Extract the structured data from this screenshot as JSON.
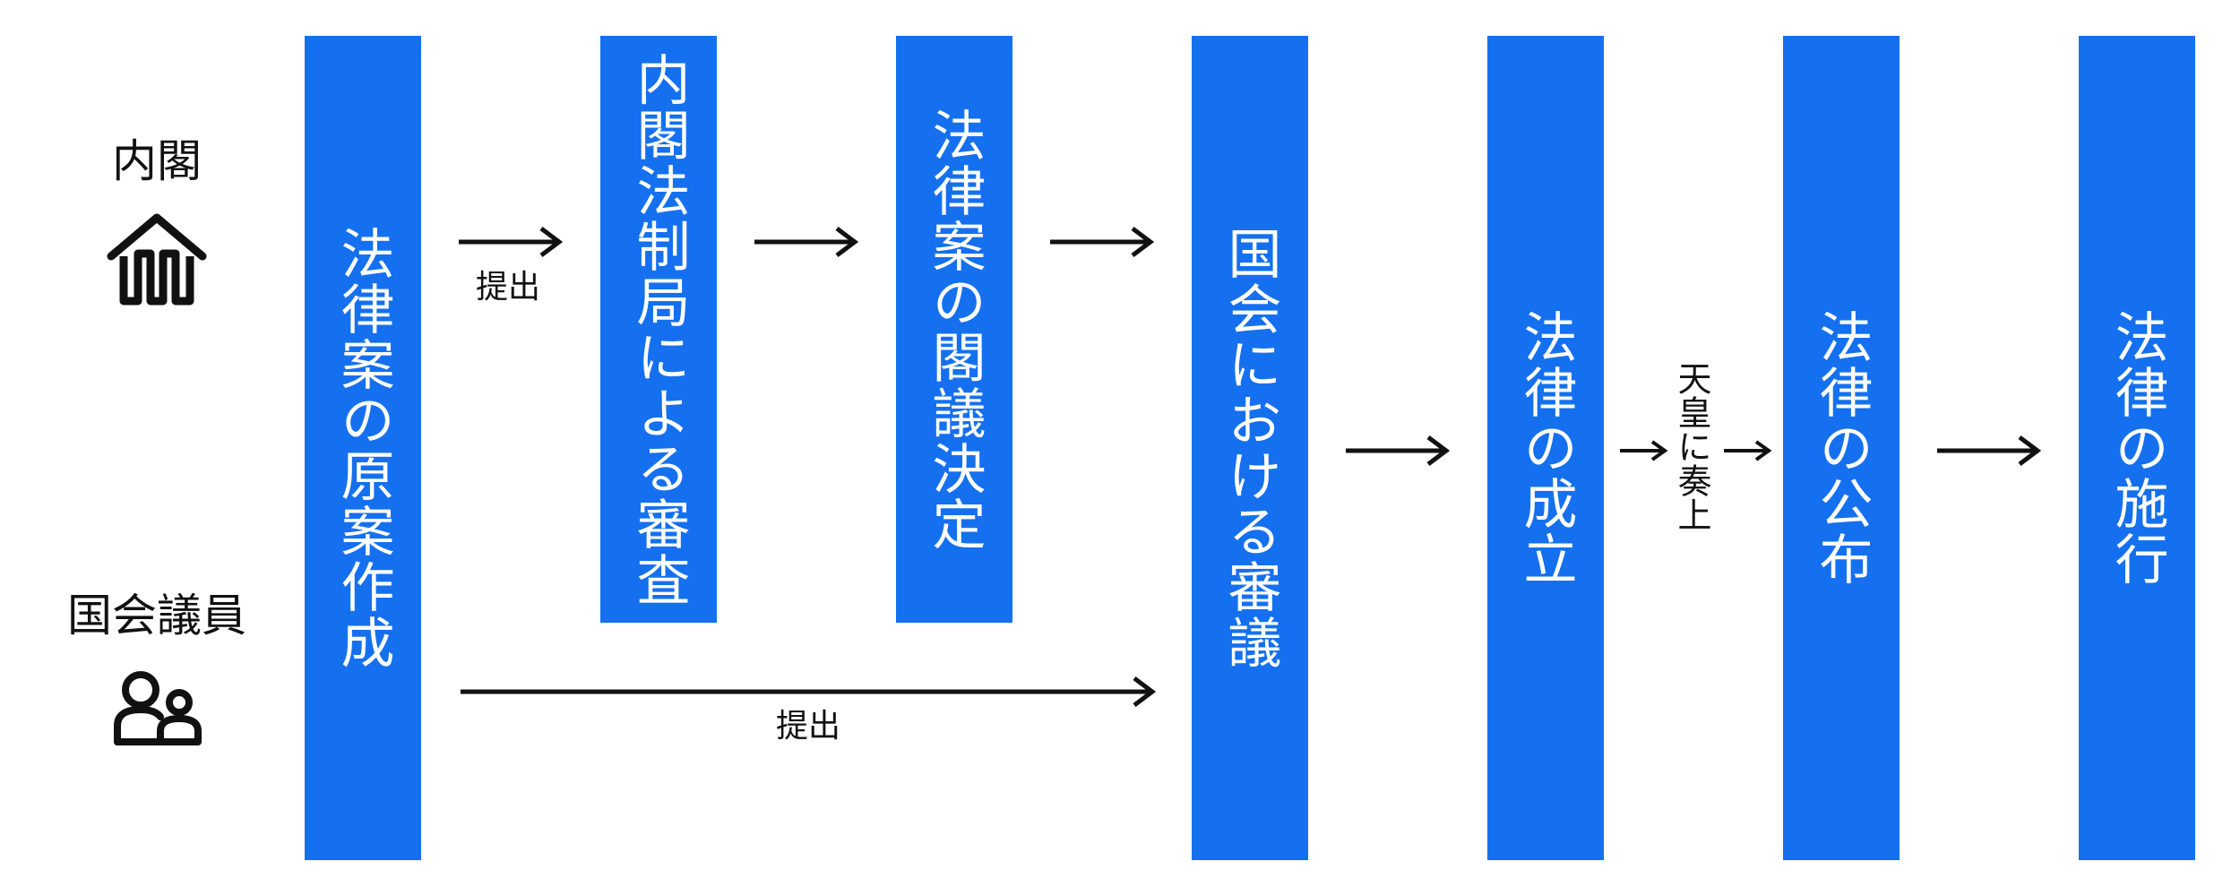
{
  "actors": {
    "cabinet": {
      "label": "内閣",
      "icon": "cabinet-building-icon"
    },
    "diet_members": {
      "label": "国会議員",
      "icon": "people-icon"
    }
  },
  "boxes": {
    "draft": "法律案の原案作成",
    "review": "内閣法制局による審査",
    "decision": "法律案の閣議決定",
    "diet": "国会における審議",
    "enactment": "法律の成立",
    "promulgation": "法律の公布",
    "enforcement": "法律の施行"
  },
  "labels": {
    "submit_top": "提出",
    "submit_bottom": "提出",
    "emperor": "天皇に奏上"
  },
  "colors": {
    "box": "#1570ef",
    "box_text": "#ffffff",
    "ink": "#111111"
  }
}
